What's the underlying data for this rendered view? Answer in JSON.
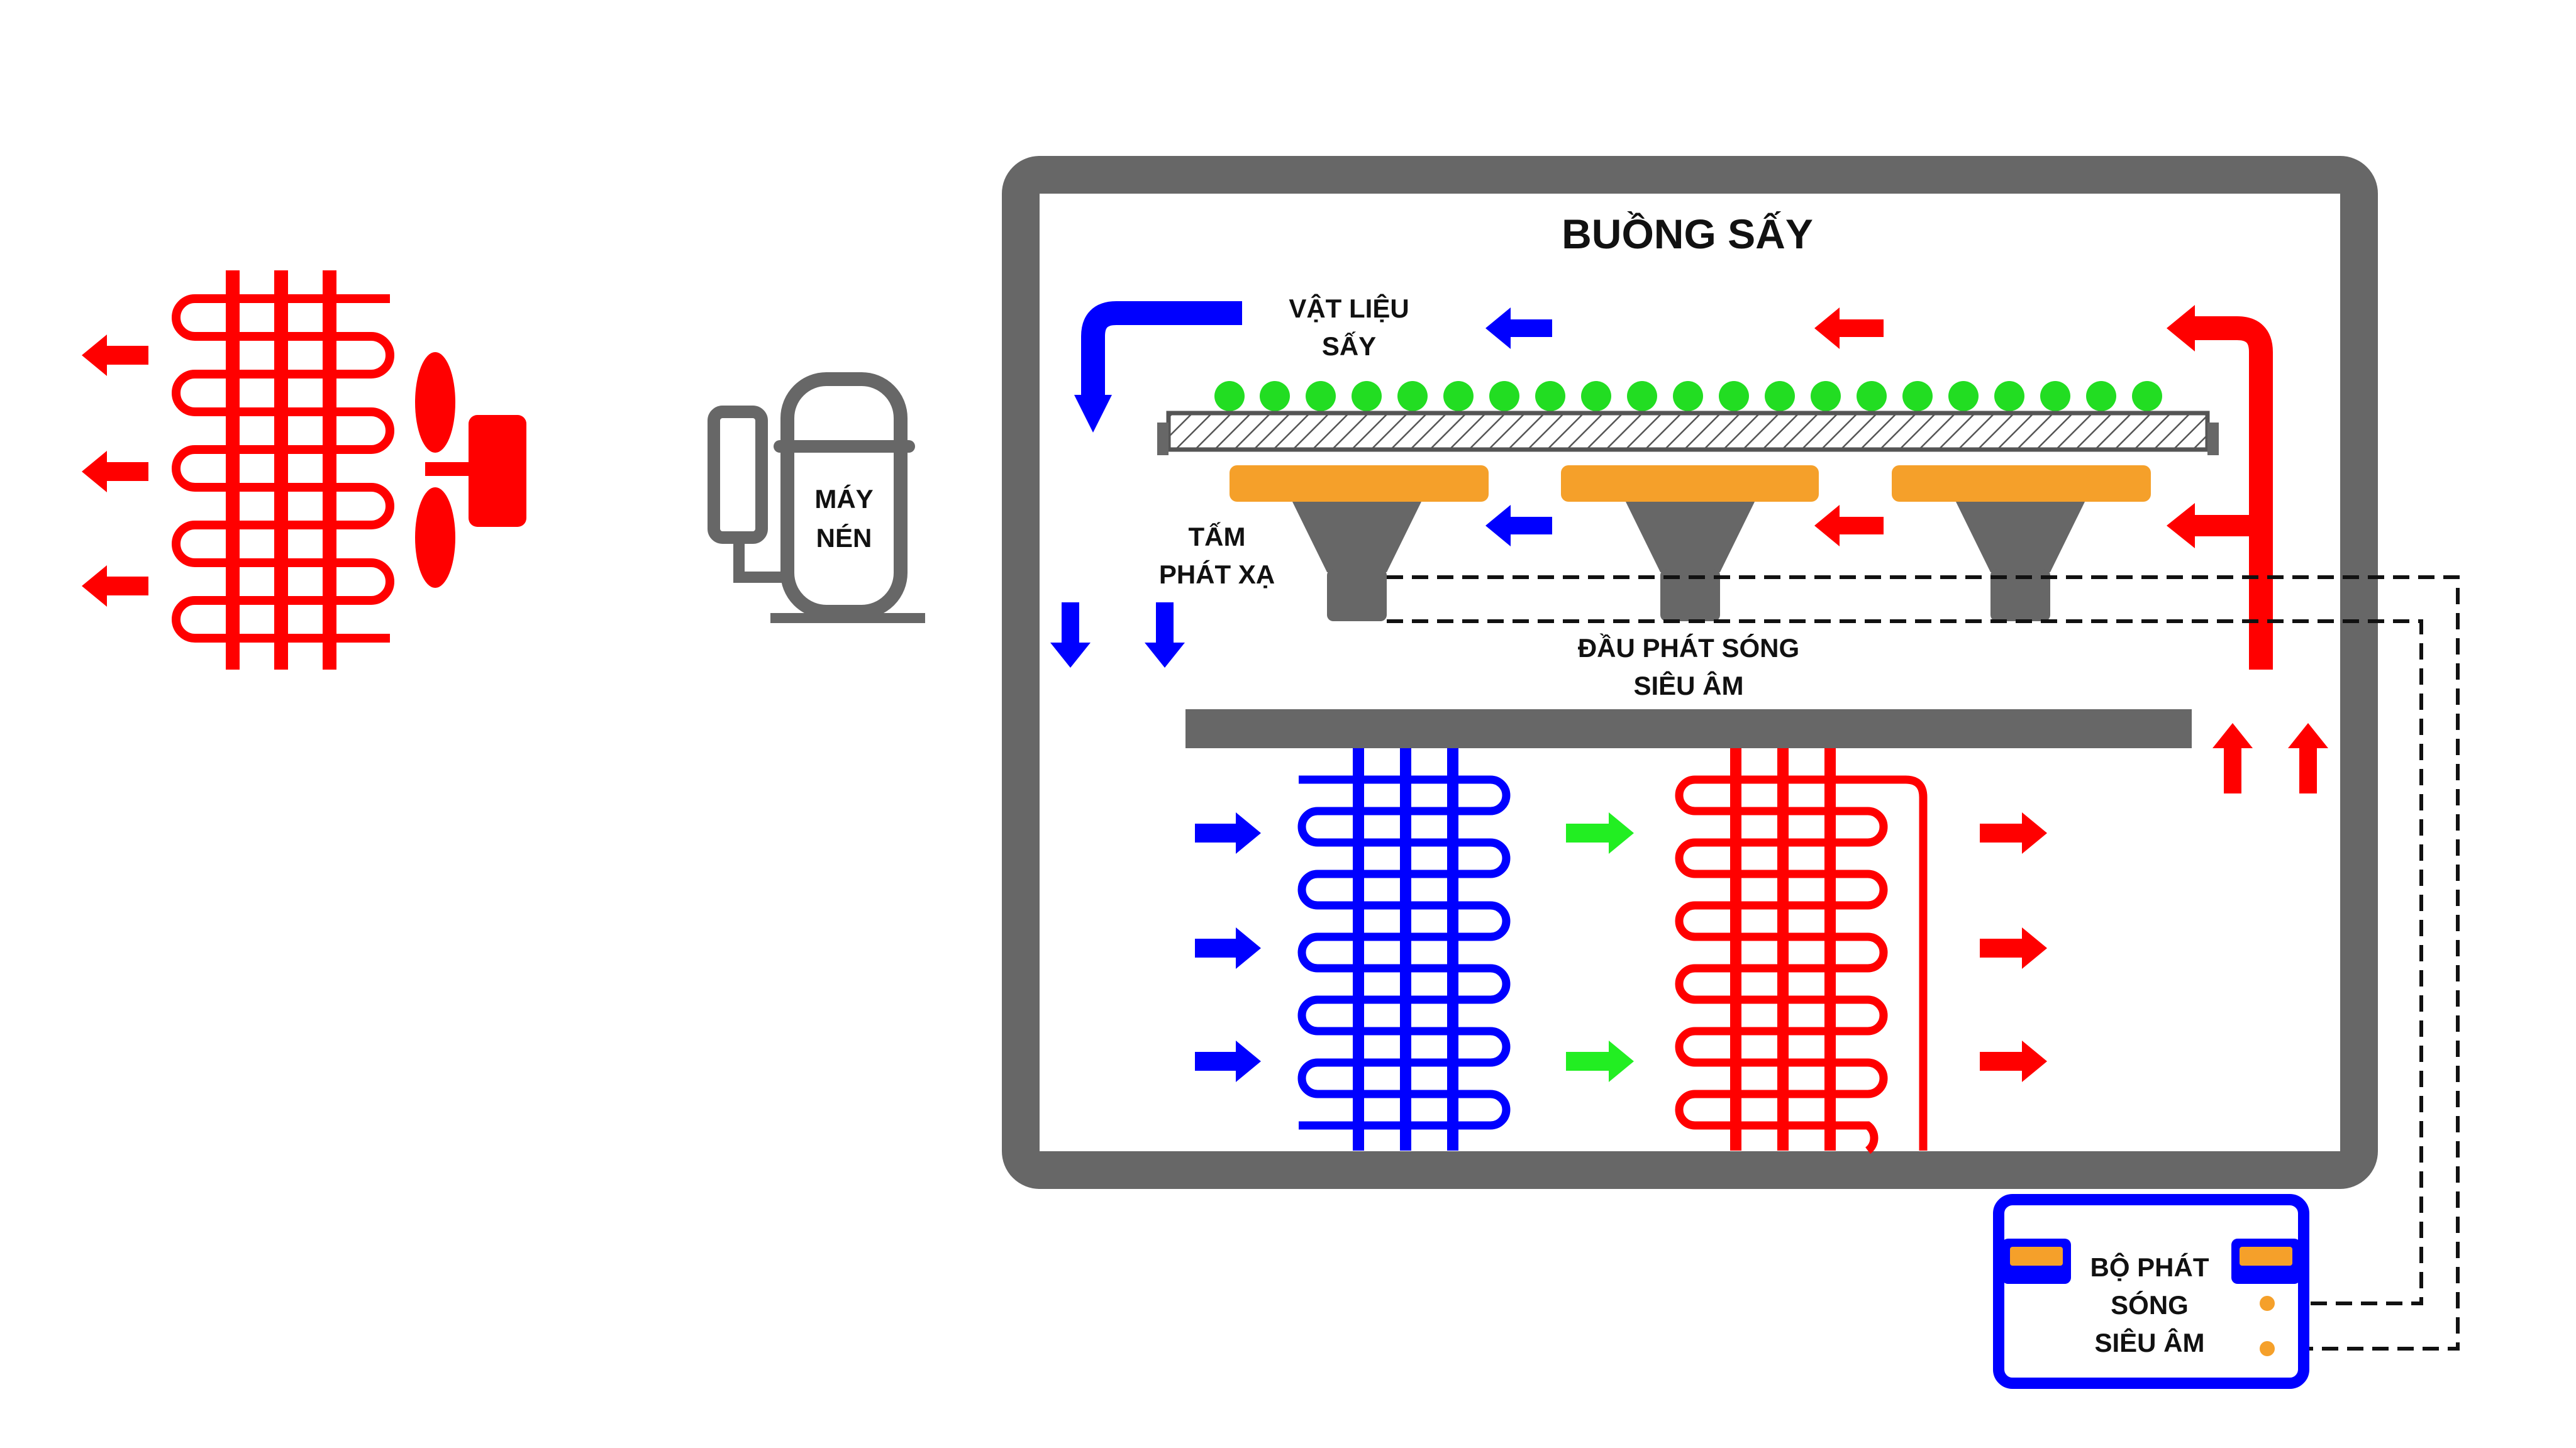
{
  "labels": {
    "chamber_title": "BUỒNG SẤY",
    "material_line1": "VẬT LIỆU",
    "material_line2": "SẤY",
    "compressor_line1": "MÁY",
    "compressor_line2": "NÉN",
    "radiator_line1": "TẤM",
    "radiator_line2": "PHÁT XẠ",
    "transducer_line1": "ĐẦU PHÁT SÓNG",
    "transducer_line2": "SIÊU ÂM",
    "generator_line1": "BỘ PHÁT",
    "generator_line2": "SÓNG",
    "generator_line3": "SIÊU ÂM"
  },
  "colors": {
    "hot": "#ff0000",
    "cold": "#0000ff",
    "mixed": "#22ee22",
    "frame": "#676767",
    "plate": "#f5a02a",
    "material": "#22dd22",
    "white": "#ffffff"
  },
  "icons": {
    "condenser": "serpentine-coil-icon",
    "fan": "fan-icon",
    "compressor": "compressor-icon",
    "evaporator": "serpentine-coil-icon",
    "transducer": "ultrasonic-horn-icon"
  }
}
